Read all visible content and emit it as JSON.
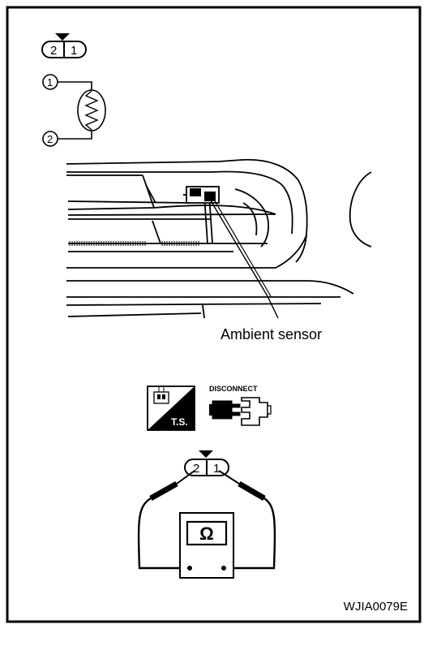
{
  "connector_top": {
    "pin_left": "2",
    "pin_right": "1"
  },
  "schematic": {
    "terminal_1": "1",
    "terminal_2": "2"
  },
  "callout": {
    "label": "Ambient sensor"
  },
  "icons": {
    "ts_label": "T.S.",
    "disconnect_label": "DISCONNECT"
  },
  "meter": {
    "connector_pin_left": "2",
    "connector_pin_right": "1",
    "symbol": "Ω"
  },
  "figure_id": "WJIA0079E"
}
